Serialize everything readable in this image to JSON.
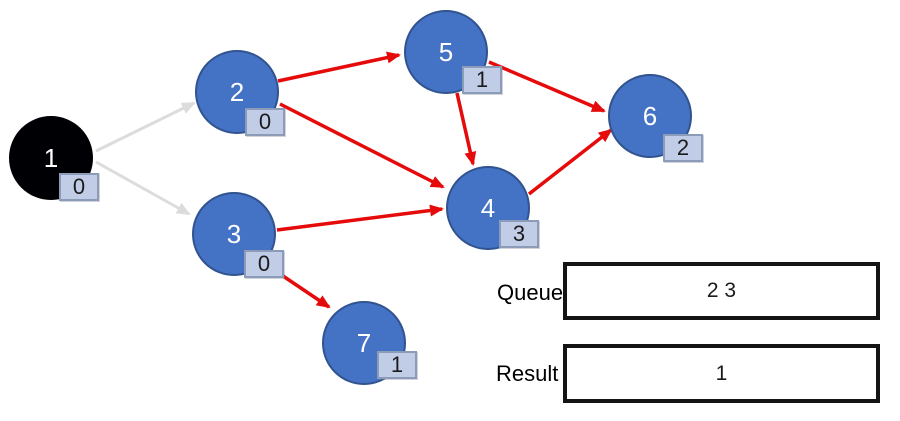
{
  "graph": {
    "colors": {
      "node_fill": "#4472c4",
      "node_border": "#31538f",
      "visited_node_fill": "#000000",
      "badge_fill": "#c1cde7",
      "badge_border": "#8c9cb8",
      "active_edge": "#e60b0b",
      "inactive_edge": "#dcdcdc"
    },
    "nodes": [
      {
        "id": "1",
        "label": "1",
        "badge": "0",
        "state": "visited"
      },
      {
        "id": "2",
        "label": "2",
        "badge": "0",
        "state": "unvisited"
      },
      {
        "id": "3",
        "label": "3",
        "badge": "0",
        "state": "unvisited"
      },
      {
        "id": "4",
        "label": "4",
        "badge": "3",
        "state": "unvisited"
      },
      {
        "id": "5",
        "label": "5",
        "badge": "1",
        "state": "unvisited"
      },
      {
        "id": "6",
        "label": "6",
        "badge": "2",
        "state": "unvisited"
      },
      {
        "id": "7",
        "label": "7",
        "badge": "1",
        "state": "unvisited"
      }
    ],
    "edges": [
      {
        "from": "1",
        "to": "2",
        "color": "gray"
      },
      {
        "from": "1",
        "to": "3",
        "color": "gray"
      },
      {
        "from": "2",
        "to": "5",
        "color": "red"
      },
      {
        "from": "2",
        "to": "4",
        "color": "red"
      },
      {
        "from": "3",
        "to": "4",
        "color": "red"
      },
      {
        "from": "3",
        "to": "7",
        "color": "red"
      },
      {
        "from": "5",
        "to": "4",
        "color": "red"
      },
      {
        "from": "5",
        "to": "6",
        "color": "red"
      },
      {
        "from": "4",
        "to": "6",
        "color": "red"
      }
    ]
  },
  "queue": {
    "label": "Queue",
    "value": "2 3"
  },
  "result": {
    "label": "Result",
    "value": "1"
  }
}
